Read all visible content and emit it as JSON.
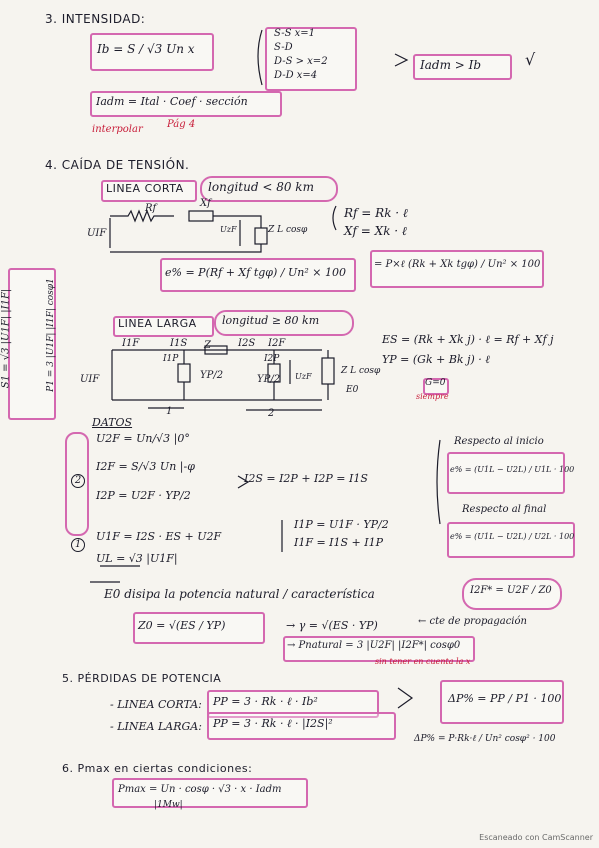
{
  "s3": {
    "heading": "3. INTENSIDAD:",
    "ib_formula": "Ib = S / √3 Un x",
    "cases": [
      "S-S   x=1",
      "S-D",
      "D-S   > x=2",
      "D-D   x=4"
    ],
    "condition": "Iadm > Ib",
    "check": "√",
    "iadm_formula": "Iadm = Ital · Coef · sección",
    "note": "interpolar",
    "note_page": "Pág 4"
  },
  "s4": {
    "heading": "4. CAÍDA DE TENSIÓN.",
    "short_line": "LINEA CORTA",
    "short_length": "longitud < 80 km",
    "rf_label": "Rf",
    "xf_label": "Xf",
    "uif_label": "UIF",
    "uzf_label": "UzF",
    "load_label": "Z L cosφ",
    "rf_eq": "Rf = Rk · ℓ",
    "xf_eq": "Xf = Xk · ℓ",
    "e_percent": "e% = P(Rf + Xf tgφ) / Un² × 100",
    "e_percent_boxed": "= P×ℓ (Rk + Xk tgφ) / Un² × 100",
    "side_formula_1": "S1 = √3 |U1F| |I1F|",
    "side_formula_2": "P1 = 3 |U1F| |I1F| cosφ1",
    "long_line": "LINEA LARGA",
    "long_length": "longitud ≥ 80 km",
    "i1f": "I1F",
    "i1p": "I1P",
    "i1s": "I1S",
    "i2s": "I2S",
    "i2p": "I2P",
    "i2f": "I2F",
    "yp2_a": "YP/2",
    "z_mid": "Z",
    "yp2_b": "YP/2",
    "uzf_long": "UzF",
    "load_long": "Z L cosφ",
    "e0": "E0",
    "node_1": "1",
    "node_2": "2",
    "es_eq": "ES = (Rk + Xk j) · ℓ = Rf + Xf j",
    "yp_eq": "YP = (Gk + Bk j) · ℓ",
    "g_zero": "G=0",
    "g_zero_note": "siempre"
  },
  "datos": {
    "label": "DATOS",
    "uzf": "U2F = Un/√3 |0°",
    "izf": "I2F = S/√3 Un |-φ",
    "i2p": "I2P = U2F · YP/2",
    "i2s": "I2S = I2P + I2P = I1S",
    "u1f": "U1F = I2S · ES + U2F",
    "ul": "UL = √3 |U1F|",
    "i1p": "I1P = U1F · YP/2",
    "i1f": "I1F = I1S + I1P",
    "circle_2": "2",
    "circle_1": "1",
    "start_title": "Respecto al inicio",
    "start_eq": "e% = (U1L − U2L) / U1L · 100",
    "end_title": "Respecto al final",
    "end_eq": "e% = (U1L − U2L) / U2L · 100"
  },
  "natural": {
    "text": "E0 disipa la potencia natural / característica",
    "z0_eq": "Z0 = √(ES / YP)",
    "gamma_eq": "→ γ = √(ES · YP)",
    "gamma_note": "← cte de propagación",
    "pnat_eq": "→ Pnatural = 3 |U2F| |I2F*| cosφ0",
    "i2f_z0": "I2F* = U2F / Z0"
  },
  "s5": {
    "heading": "5. PÉRDIDAS DE POTENCIA",
    "short_label": "- LINEA CORTA:",
    "short_eq": "PP = 3 · Rk · ℓ · Ib²",
    "long_label": "- LINEA LARGA:",
    "long_eq": "PP = 3 · Rk · ℓ · |I2S|²",
    "ratio": "ΔP% = PP / P1 · 100",
    "ratio_full": "ΔP% = P·Rk·ℓ / Un² cosφ² · 100",
    "note": "sin tener en cuenta la x"
  },
  "s6": {
    "heading": "6. Pmax en ciertas condiciones:",
    "pmax_eq": "Pmax = Un · cosφ · √3 · x · Iadm",
    "unit": "|1Mw|"
  },
  "footer": "Escaneado con CamScanner",
  "colors": {
    "ink": "#1c1c2a",
    "highlight": "#d468b0",
    "red_pen": "#c81e3a",
    "paper": "#f6f4ef"
  }
}
